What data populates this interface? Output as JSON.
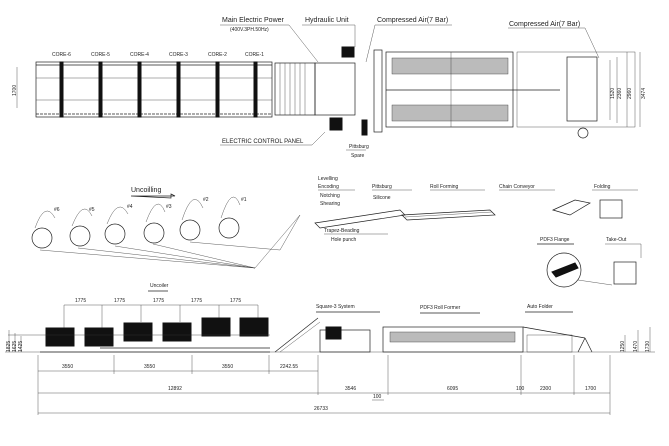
{
  "plan_view": {
    "main_power": "Main Electric Power",
    "main_power_spec": "(400V.3PH.50Hz)",
    "hydraulic_unit": "Hydraulic Unit",
    "compressed_air_1": "Compressed Air(7 Bar)",
    "compressed_air_2": "Compressed Air(7 Bar)",
    "cores": [
      "CORE-6",
      "CORE-5",
      "CORE-4",
      "CORE-3",
      "CORE-2",
      "CORE-1"
    ],
    "width_dim": "1700",
    "control_panel": "ELECTRIC CONTROL PANEL",
    "pittsburg": "Pittsburg",
    "spare": "Spare",
    "right_dims": [
      "1520",
      "2360",
      "2960",
      "3474"
    ]
  },
  "process_flow": {
    "uncoilling": "Uncoilling",
    "coils": [
      "#6",
      "#5",
      "#4",
      "#3",
      "#2",
      "#1"
    ],
    "levelling": "Levelling",
    "encoding": "Encoding",
    "notching": "Notching",
    "shearing": "Shearing",
    "pittsburg": "Pittsburg",
    "silicone": "Silicone",
    "roll_forming": "Roll Forming",
    "chain_conveyor": "Chain Conveyor",
    "folding": "Folding",
    "trapez_beading": "Trapez-Beading",
    "hole_punch": "Hole punch",
    "pdf3_flange": "PDF3 Flange",
    "take_out": "Take-Out"
  },
  "side_view": {
    "uncoiler": "Uncoiler",
    "spacing": [
      "1775",
      "1775",
      "1775",
      "1775",
      "1775"
    ],
    "square3": "Square-3 System",
    "roll_former": "PDF3 Roll Former",
    "auto_folder": "Auto Folder",
    "left_heights": [
      "1825",
      "1625",
      "1425"
    ],
    "right_heights": [
      "1250",
      "1470",
      "1730"
    ],
    "row1": [
      "3550",
      "3550",
      "3550",
      "2242.55"
    ],
    "row2": [
      "12892",
      "3546",
      "6095",
      "100",
      "2300",
      "1700"
    ],
    "gap": "100",
    "total": "26733"
  }
}
